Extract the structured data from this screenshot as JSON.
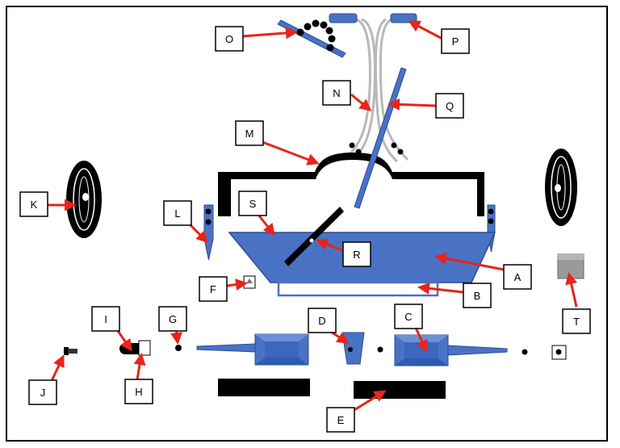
{
  "colors": {
    "part_blue": "#4a72c4",
    "part_blue_dark": "#2b4c97",
    "arrow_red": "#e8241b",
    "black": "#000000",
    "cable_gray": "#b8b8b8",
    "box_gray": "#9a9a9a"
  },
  "labels": {
    "A": "A",
    "B": "B",
    "C": "C",
    "D": "D",
    "E": "E",
    "F": "F",
    "G": "G",
    "H": "H",
    "I": "I",
    "J": "J",
    "K": "K",
    "L": "L",
    "M": "M",
    "N": "N",
    "O": "O",
    "P": "P",
    "Q": "Q",
    "R": "R",
    "S": "S",
    "T": "T"
  }
}
